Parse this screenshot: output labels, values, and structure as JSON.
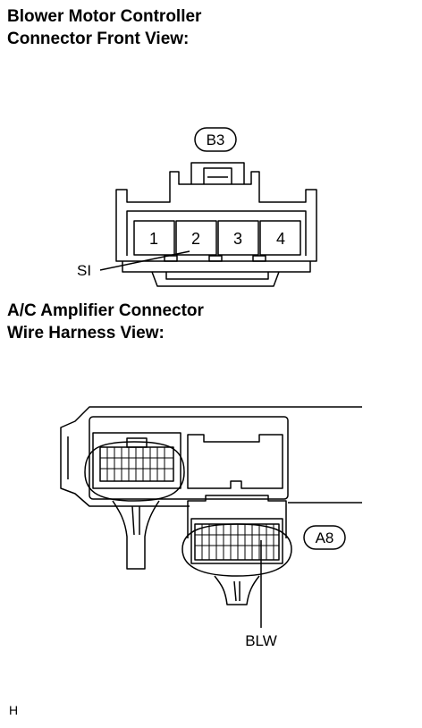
{
  "section1": {
    "title_line1": "Blower Motor Controller",
    "title_line2": "Connector Front View:",
    "connector_label": "B3",
    "pins": [
      "1",
      "2",
      "3",
      "4"
    ],
    "callout": "SI"
  },
  "section2": {
    "title_line1": "A/C Amplifier Connector",
    "title_line2": "Wire Harness View:",
    "connector_label": "A8",
    "callout": "BLW"
  },
  "footer": {
    "code": "H"
  }
}
